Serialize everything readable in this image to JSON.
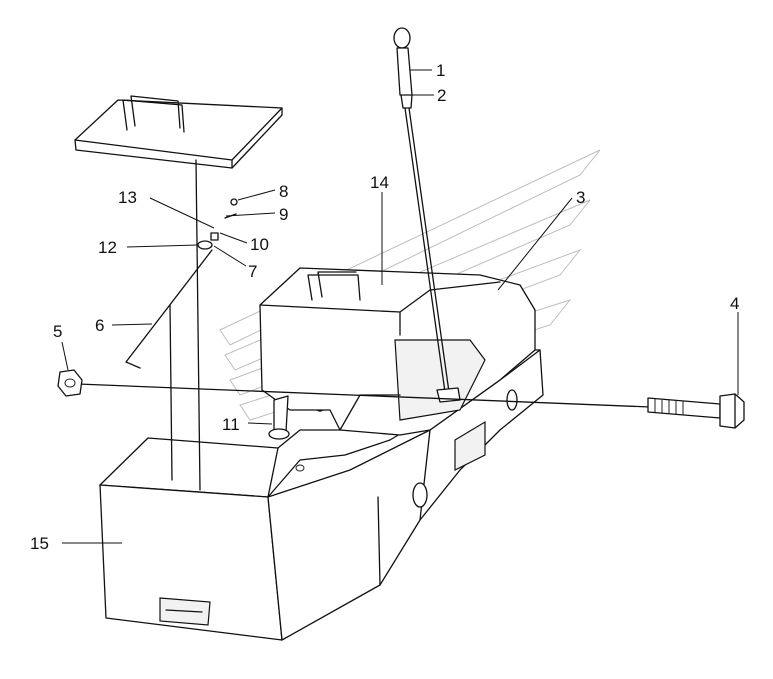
{
  "diagram": {
    "callouts": [
      {
        "id": "c1",
        "text": "1"
      },
      {
        "id": "c2",
        "text": "2"
      },
      {
        "id": "c3",
        "text": "3"
      },
      {
        "id": "c4",
        "text": "4"
      },
      {
        "id": "c5",
        "text": "5"
      },
      {
        "id": "c6",
        "text": "6"
      },
      {
        "id": "c7",
        "text": "7"
      },
      {
        "id": "c8",
        "text": "8"
      },
      {
        "id": "c9",
        "text": "9"
      },
      {
        "id": "c10",
        "text": "10"
      },
      {
        "id": "c11",
        "text": "11"
      },
      {
        "id": "c12",
        "text": "12"
      },
      {
        "id": "c13",
        "text": "13"
      },
      {
        "id": "c14",
        "text": "14"
      },
      {
        "id": "c15",
        "text": "15"
      }
    ]
  }
}
